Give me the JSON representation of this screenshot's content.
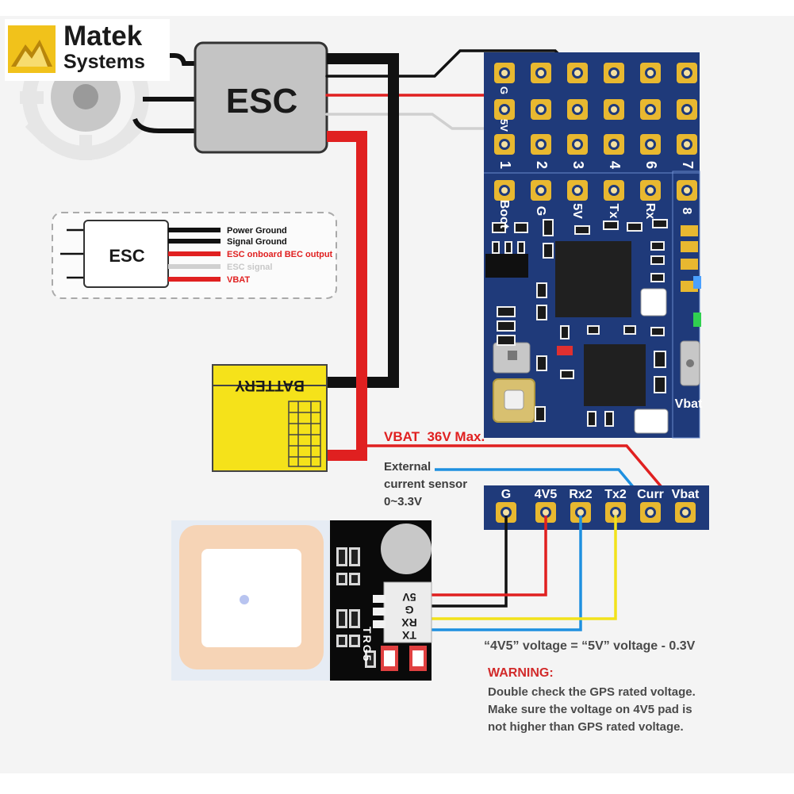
{
  "brand": {
    "line1": "Matek",
    "line2": "Systems"
  },
  "esc": {
    "label": "ESC"
  },
  "legend": {
    "esc_label": "ESC",
    "items": [
      {
        "label": "Power Ground",
        "color": "#111111",
        "text_color": "#111111"
      },
      {
        "label": "Signal Ground",
        "color": "#111111",
        "text_color": "#111111"
      },
      {
        "label": "ESC onboard BEC output",
        "color": "#e02020",
        "text_color": "#e02020"
      },
      {
        "label": "ESC signal",
        "color": "#d0d0d0",
        "text_color": "#c8c8c8"
      },
      {
        "label": "VBAT",
        "color": "#e02020",
        "text_color": "#e02020"
      }
    ]
  },
  "battery": {
    "label": "BATTERY"
  },
  "fc_board": {
    "col_labels": [
      "1",
      "2",
      "3",
      "4",
      "6",
      "7"
    ],
    "row_labels": [
      "G",
      "5V"
    ],
    "uart_pads": [
      "Boot",
      "G",
      "5V",
      "Tx",
      "Rx"
    ],
    "pad8_label": "8",
    "vbat_label": "Vbat"
  },
  "vbat_max": {
    "text": "VBAT  36V Max."
  },
  "ext_sensor": {
    "line1": "External",
    "line2": "current sensor",
    "line3": "0~3.3V"
  },
  "bottom_header": {
    "pads": [
      "G",
      "4V5",
      "Rx2",
      "Tx2",
      "Curr",
      "Vbat"
    ]
  },
  "gps": {
    "silk": "TRG5",
    "pin_labels": [
      "5V",
      "G",
      "RX",
      "TX"
    ]
  },
  "voltage_note": {
    "text": "“4V5” voltage = “5V” voltage - 0.3V"
  },
  "warning": {
    "title": "WARNING:",
    "lines": [
      "Double check the GPS rated voltage.",
      "Make sure the voltage on 4V5 pad is",
      "not higher than GPS rated voltage."
    ]
  },
  "colors": {
    "pcb_blue": "#1f3a7a",
    "pad_gold": "#e8b830",
    "wire_red": "#e02020",
    "wire_black": "#111111",
    "wire_grey": "#d0d0d0",
    "wire_yellow": "#f2e21a",
    "wire_blue": "#1e90e0",
    "battery_yellow": "#f5e21a",
    "esc_grey": "#c4c4c4"
  }
}
